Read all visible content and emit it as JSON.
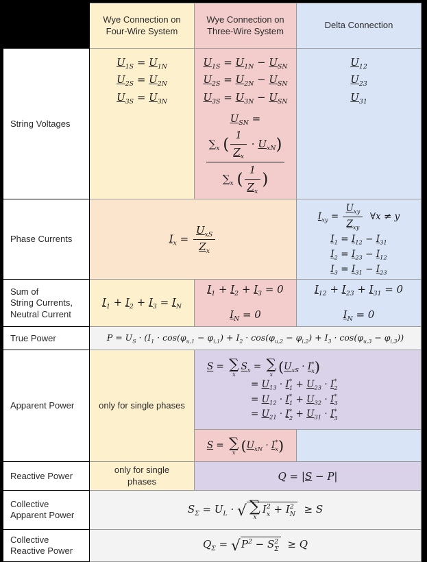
{
  "colors": {
    "yellow": "#fcf0cd",
    "red": "#f3cccc",
    "blue": "#d9e5f7",
    "orange": "#fce5cd",
    "purple": "#d9d2e9",
    "gray": "#f3f3f3",
    "white": "#ffffff",
    "page_bg": "#000000"
  },
  "header": {
    "cols": [
      "Wye Connection on\nFour-Wire System",
      "Wye Connection on\nThree-Wire System",
      "Delta Connection"
    ]
  },
  "rows": {
    "string_voltages": {
      "label": "String Voltages",
      "wye4": "<div class='ln'><u>U</u><sub>1S</sub> = <u>U</u><sub>1N</sub></div><div class='ln'><u>U</u><sub>2S</sub> = <u>U</u><sub>2N</sub></div><div class='ln'><u>U</u><sub>3S</sub> = <u>U</u><sub>3N</sub></div>",
      "wye3": "<div class='ln'><u>U</u><sub>1S</sub> = <u>U</u><sub>1N</sub> − <u>U</u><sub>SN</sub></div><div class='ln'><u>U</u><sub>2S</sub> = <u>U</u><sub>2N</sub> − <u>U</u><sub>SN</sub></div><div class='ln'><u>U</u><sub>3S</sub> = <u>U</u><sub>3N</sub> − <u>U</u><sub>SN</sub></div><div class='ln fx'><u>U</u><sub>SN</sub> = <span class='fr'><span class='fn'>∑<sub>x</sub> <span class='bp'>(</span><span class='fr'><span class='fn'>1</span><span class='fd'><u>Z</u><sub>x</sub></span></span> · <u>U</u><sub>xN</sub><span class='bp'>)</span></span><span class='fd'>∑<sub>x</sub> <span class='bp'>(</span><span class='fr'><span class='fn'>1</span><span class='fd'><u>Z</u><sub>x</sub></span></span><span class='bp'>)</span></span></span></div>",
      "delta": "<div class='ln'><u>U</u><sub>12</sub></div><div class='ln'><u>U</u><sub>23</sub></div><div class='ln'><u>U</u><sub>31</sub></div>"
    },
    "phase_currents": {
      "label": "Phase Currents",
      "merged": "<u>I</u><sub>x</sub> = <span class='fr'><span class='fn'><u>U</u><sub>xS</sub></span><span class='fd'><u>Z</u><sub>x</sub></span></span>",
      "delta": "<div class='ln'><u>I</u><sub>xy</sub> = <span class='fr'><span class='fn'><u>U</u><sub>xy</sub></span><span class='fd'><u>Z</u><sub>xy</sub></span></span>&nbsp;&nbsp;∀x ≠ y</div><div class='ln'><u>I</u><sub>1</sub> = <u>I</u><sub>12</sub> − <u>I</u><sub>31</sub></div><div class='ln'><u>I</u><sub>2</sub> = <u>I</u><sub>23</sub> − <u>I</u><sub>12</sub></div><div class='ln'><u>I</u><sub>3</sub> = <u>I</u><sub>31</sub> − <u>I</u><sub>23</sub></div>"
    },
    "sum_currents": {
      "label": "Sum of\nString Currents,\nNeutral Current",
      "wye4": "<u>I</u><sub>1</sub> + <u>I</u><sub>2</sub> + <u>I</u><sub>3</sub> = <u>I</u><sub>N</sub>",
      "wye3": "<div class='ln'><u>I</u><sub>1</sub> + <u>I</u><sub>2</sub> + <u>I</u><sub>3</sub> = 0</div><div class='ln sp'><u>I</u><sub>N</sub> = 0</div>",
      "delta": "<div class='ln'><u>I</u><sub>12</sub> + <u>I</u><sub>23</sub> + <u>I</u><sub>31</sub> = 0</div><div class='ln sp'><u>I</u><sub>N</sub> = 0</div>"
    },
    "true_power": {
      "label": "True Power",
      "merged": "P = U<sub>S</sub> · (I<sub>1</sub> · cos(φ<sub>u,1</sub> − φ<sub>i,1</sub>) + I<sub>2</sub> · cos(φ<sub>u,2</sub> − φ<sub>i,2</sub>) + I<sub>3</sub> · cos(φ<sub>u,3</sub> − φ<sub>i,3</sub>))"
    },
    "apparent_power": {
      "label": "Apparent Power",
      "only_single": "only for single phases",
      "sum_formula": "<div class='ln'><u>S</u> = <span class='bs'><span class='s'>∑</span><span class='l'>x</span></span><u>S</u><sub>x</sub> = <span class='bs'><span class='s'>∑</span><span class='l'>x</span></span><span class='bp'>(</span><u>U</u><sub>xS</sub> · <u>I</u><span class='ss'><span>*</span><span>x</span></span><span class='bp'>)</span></div><div class='ln ind'>= <u>U</u><sub>13</sub> · <u>I</u><span class='ss'><span>*</span><span>1</span></span> + <u>U</u><sub>23</sub> · <u>I</u><span class='ss'><span>*</span><span>2</span></span></div><div class='ln ind'>= <u>U</u><sub>12</sub> · <u>I</u><span class='ss'><span>*</span><span>1</span></span> + <u>U</u><sub>32</sub> · <u>I</u><span class='ss'><span>*</span><span>3</span></span></div><div class='ln ind'>= <u>U</u><sub>21</sub> · <u>I</u><span class='ss'><span>*</span><span>2</span></span> + <u>U</u><sub>31</sub> · <u>I</u><span class='ss'><span>*</span><span>3</span></span></div>",
      "neutral_formula": "<u>S</u> = <span class='bs'><span class='s'>∑</span><span class='l'>x</span></span><span class='bp'>(</span><u>U</u><sub>xN</sub> · <u>I</u><span class='ss'><span>*</span><span>x</span></span><span class='bp'>)</span>"
    },
    "reactive_power": {
      "label": "Reactive Power",
      "only_single": "only for single\nphases",
      "formula": "Q = |<u>S</u> − P|"
    },
    "collective_apparent": {
      "label": "Collective\nApparent Power",
      "formula": "S<sub>Σ</sub> = U<sub>L</sub> · <span class='sq'><span class='r'>√</span><span class='rad'><span class='bs'><span class='s'>∑</span><span class='l'>x</span></span>I<span class='ss'><span>2</span><span>x</span></span> + I<span class='ss'><span>2</span><span>N</span></span></span></span>&nbsp;&nbsp;≥ S"
    },
    "collective_reactive": {
      "label": "Collective\nReactive Power",
      "formula": "Q<sub>Σ</sub> = <span class='sq'><span class='r'>√</span><span class='rad'>P<sup>2</sup> − S<span class='ss'><span>2</span><span>Σ</span></span></span></span>&nbsp;&nbsp;≥ Q"
    }
  }
}
